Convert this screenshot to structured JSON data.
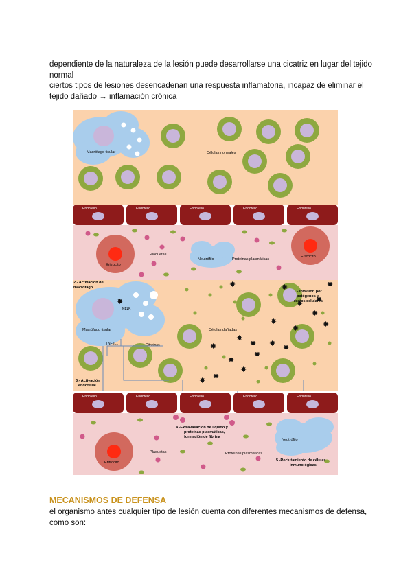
{
  "paragraphs": [
    "dependiente de la naturaleza de la lesión puede desarrollarse una cicatriz en lugar del tejido normal",
    "ciertos tipos de lesiones desencadenan una respuesta inflamatoria, incapaz de eliminar el tejido dañado → inflamación crónica"
  ],
  "figure_top": {
    "macrophage": "Macrófago tisular",
    "normal_cells": "Células normales",
    "endothelium": [
      "Endotelio",
      "Endotelio",
      "Endotelio",
      "Endotelio",
      "Endotelio"
    ],
    "erythrocyte_left": "Eritrocito",
    "erythrocyte_right": "Eritrocito",
    "platelets": "Plaquetas",
    "neutrophil": "Neutrófilo",
    "plasma_proteins": "Proteínas plasmáticas"
  },
  "figure_bottom": {
    "step2": [
      "2.- Activación del",
      "macrófago"
    ],
    "nfkb": "NFkB",
    "macrophage": "Macrófago tisular",
    "cytokines": "Citocinas",
    "tnf_il": "TNF IL1",
    "damaged_cells": "Células dañadas",
    "step1": [
      "1.- Invasión por",
      "patógenos y",
      "restos celulares"
    ],
    "step3": [
      "3.- Activación",
      "endotelial"
    ],
    "endothelium": [
      "Endotelio",
      "Endotelio",
      "Endotelio",
      "Endotelio",
      "Endotelio"
    ],
    "step4": [
      "4.-Extravasación de líquido y",
      "proteínas plasmáticas,",
      "formación de fibrina"
    ],
    "erythrocyte": "Eritrocito",
    "platelets": "Plaquetas",
    "plasma_proteins": "Proteínas plasmáticas",
    "neutrophil": "Neutrófilo",
    "step5": [
      "5.-Reclutamiento de células",
      "inmunológicas"
    ]
  },
  "heading": "MECANISMOS DE DEFENSA",
  "paragraph_after": "el organismo antes cualquier tipo de lesión cuenta con diferentes mecanismos de defensa, como son:",
  "colors": {
    "heading": "#c9921d",
    "tissue": "#fbd2ac",
    "blood": "#f3cfd0",
    "endothelium": "#8e1b1b",
    "cell_green": "#8ea840",
    "macrophage_blue": "#a9cdec"
  }
}
